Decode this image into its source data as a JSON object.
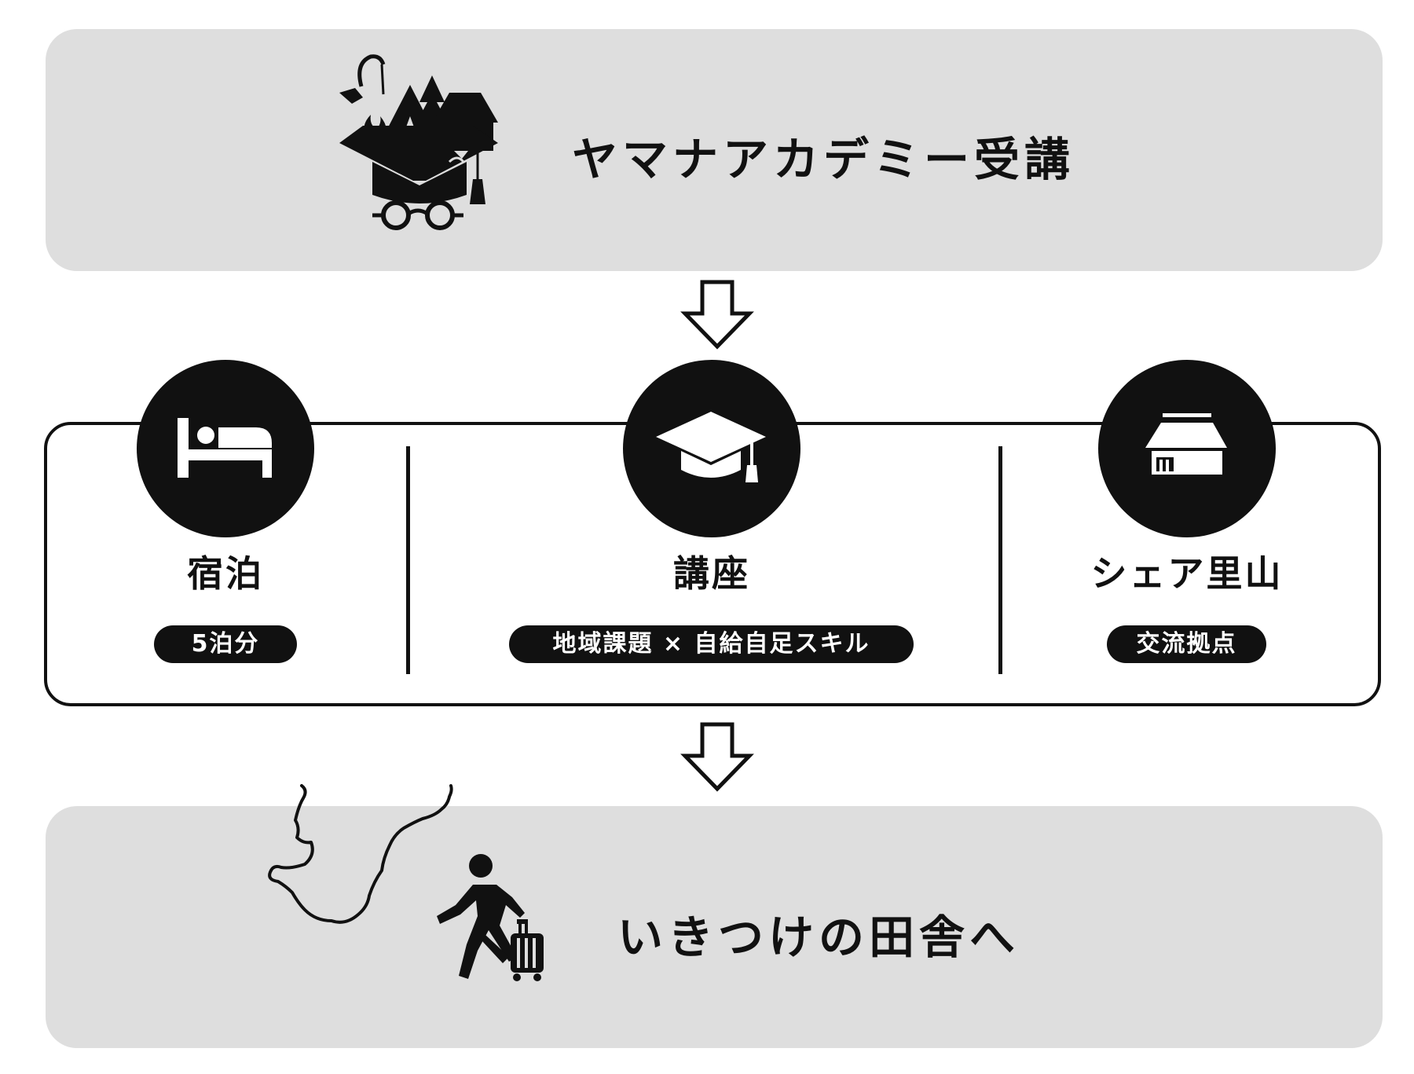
{
  "colors": {
    "panel_background": "#dedede",
    "ink": "#111111",
    "tag_text": "#ffffff"
  },
  "top": {
    "title": "ヤマナアカデミー受講",
    "icon": "academy-cap-logo-icon"
  },
  "steps": [
    {
      "icon": "bed-icon",
      "label": "宿泊",
      "tag": "5泊分"
    },
    {
      "icon": "graduation-cap-icon",
      "label": "講座",
      "tag": "地域課題 × 自給自足スキル"
    },
    {
      "icon": "thatched-house-icon",
      "label": "シェア里山",
      "tag": "交流拠点"
    }
  ],
  "bottom": {
    "title": "いきつけの田舎へ",
    "icons": [
      "map-outline-icon",
      "traveler-with-suitcase-icon"
    ]
  },
  "arrows": [
    "down-arrow-icon",
    "down-arrow-icon"
  ]
}
